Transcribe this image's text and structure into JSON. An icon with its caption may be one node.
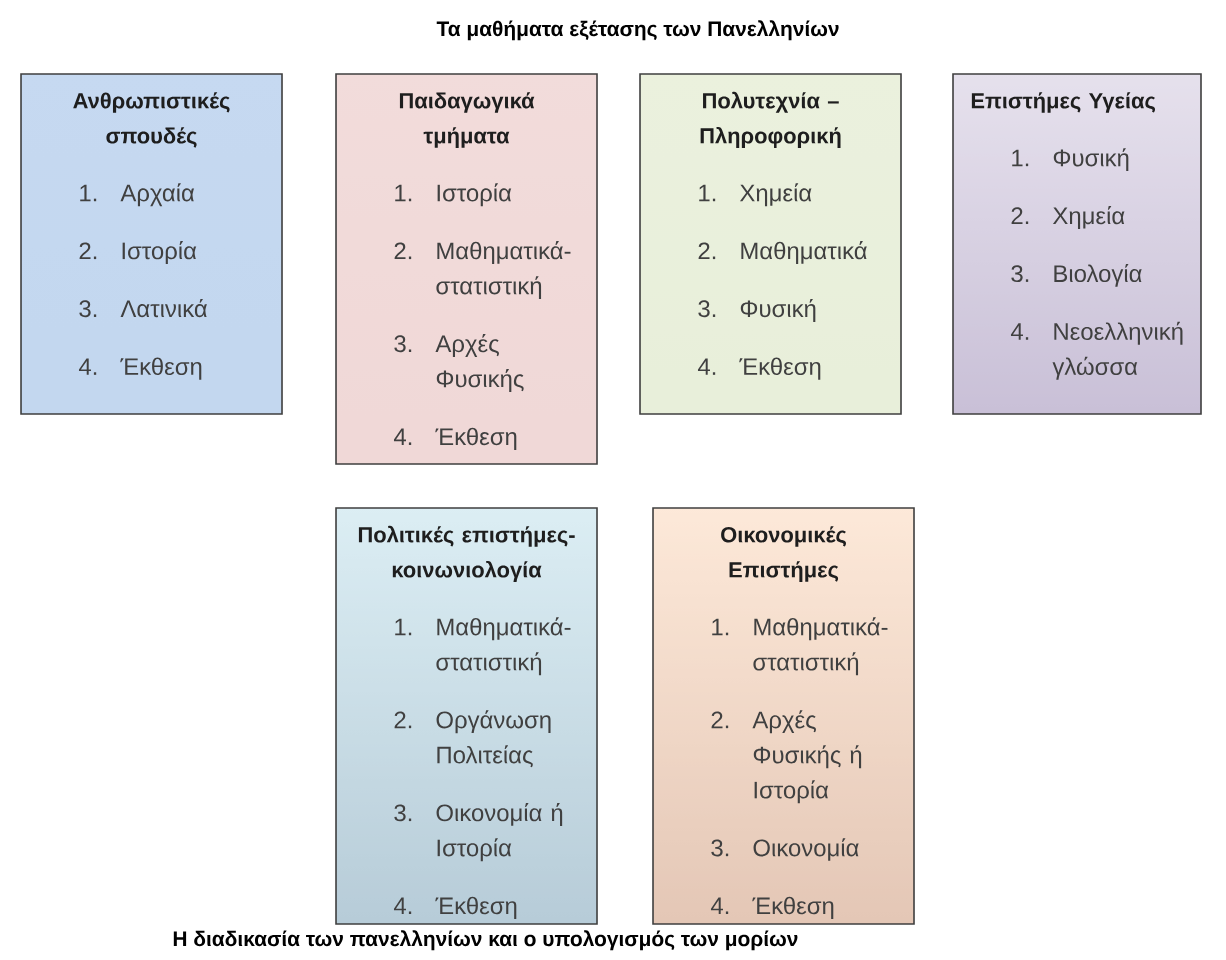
{
  "diagram": {
    "title": "Τα μαθήματα εξέτασης των Πανελληνίων",
    "caption": "Η διαδικασία των πανελληνίων και ο υπολογισμός των μορίων",
    "nodes": [
      {
        "text": [
          "Ανθρωπιστικές σπουδές",
          "1.",
          "Αρχαία",
          "2.",
          "Ιστορία",
          "3.",
          "Λατινικά",
          "4.",
          "Έκθεση"
        ]
      },
      {
        "text": [
          "Παιδαγωγικά τμήματα",
          "1.",
          "Ιστορία",
          "2.",
          "Μαθηματικά-στατιστική",
          "3.",
          "Αρχές Φυσικής",
          "4.",
          "Έκθεση"
        ]
      },
      {
        "text": [
          "Πολυτεχνία – Πληροφορική",
          "1.",
          "Χημεία",
          "2.",
          "Μαθηματικά",
          "3.",
          "Φυσική",
          "4.",
          "Έκθεση"
        ]
      },
      {
        "text": [
          "Επιστήμες Υγείας",
          "1.",
          "Φυσική",
          "2.",
          "Χημεία",
          "3.",
          "Βιολογία",
          "4.",
          "Νεοελληνική γλώσσα"
        ]
      },
      {
        "text": [
          "Πολιτικές επιστήμες-κοινωνιολογία",
          "1.",
          "Μαθηματικά-στατιστική",
          "2.",
          "Οργάνωση Πολιτείας",
          "3.",
          "Οικονομία ή Ιστορία",
          "4.",
          "Έκθεση"
        ]
      },
      {
        "text": [
          "Οικονομικές Επιστήμες",
          "1.",
          "Μαθηματικά-στατιστική",
          "2.",
          "Αρχές Φυσικής ή Ιστορία",
          "3.",
          "Οικονομία",
          "4.",
          "Έκθεση"
        ]
      }
    ]
  }
}
